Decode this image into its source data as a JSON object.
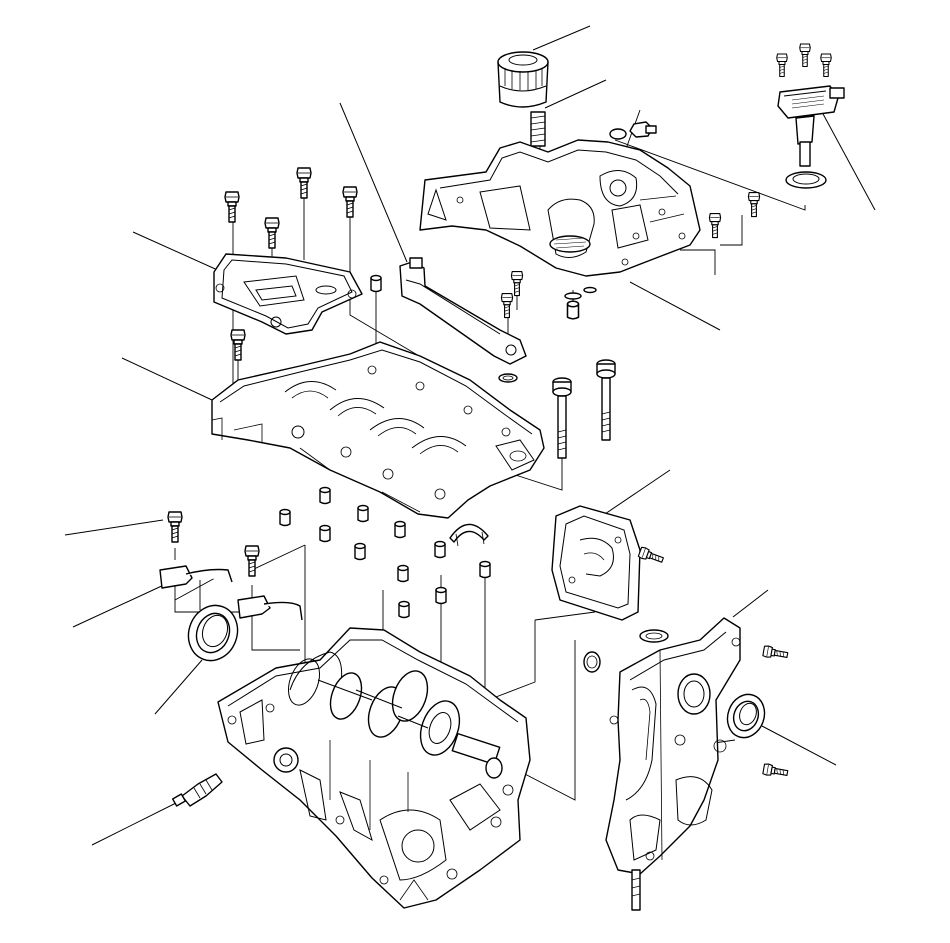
{
  "diagram": {
    "kind": "exploded-view",
    "colors": {
      "line": "#000000",
      "background": "#ffffff"
    },
    "parts": [
      "oil-filter",
      "filter-nipple",
      "drain-bolt",
      "oil-pump",
      "oil-pan",
      "crankshaft-sensor",
      "baffle-plate",
      "oil-pipe",
      "bearing-cap-bridge",
      "main-bearings",
      "dowel-pins",
      "front-oil-seal",
      "rear-oil-seal",
      "piston-oil-jets",
      "cylinder-block",
      "knock-sensor",
      "chain-case",
      "chain-case-gasket",
      "o-rings",
      "main-bolts"
    ]
  }
}
